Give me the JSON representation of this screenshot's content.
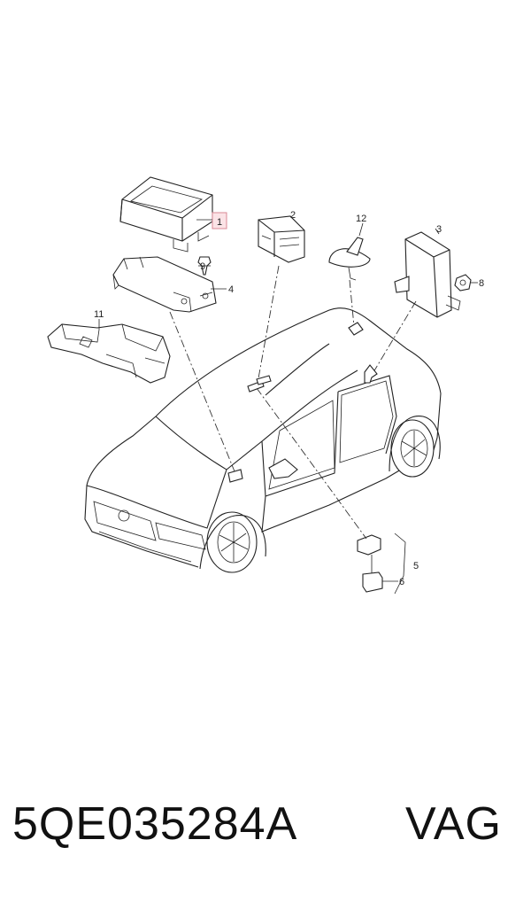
{
  "callouts": {
    "c1": "1",
    "c2": "2",
    "c3": "3",
    "c4": "4",
    "c5": "5",
    "c6": "6",
    "c8": "8",
    "c9": "9",
    "c11": "11",
    "c12": "12"
  },
  "footer": {
    "part_number": "5QE035284A",
    "brand": "VAG"
  },
  "highlight_color": "#fbe3e6"
}
